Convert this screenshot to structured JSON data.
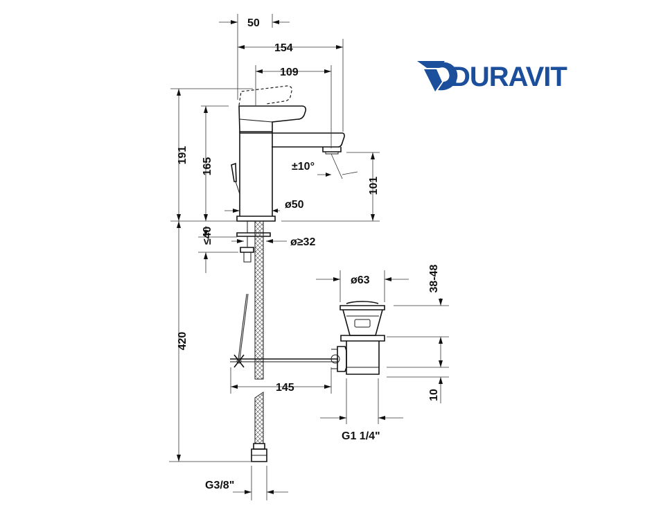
{
  "brand": {
    "name": "DURAVIT",
    "color": "#1b4e9b"
  },
  "dimensions": {
    "d50": "50",
    "d154": "154",
    "d109": "109",
    "d191": "191",
    "d165": "165",
    "d101": "101",
    "angle": "±10°",
    "dia50": "ø50",
    "le40": "≤40",
    "dia32": "ø≥32",
    "d420": "420",
    "dia63": "ø63",
    "d3848": "38-48",
    "d145": "145",
    "d10": "10",
    "g114": "G1 1/4\"",
    "g38": "G3/8\""
  },
  "colors": {
    "line": "#111111"
  }
}
